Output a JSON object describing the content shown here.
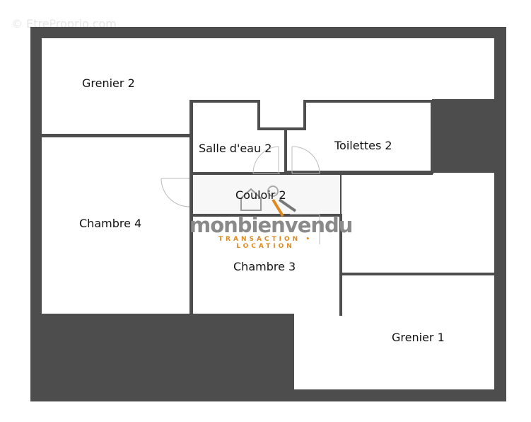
{
  "watermark": "© EtreProprio.com",
  "rooms": {
    "grenier2": "Grenier 2",
    "salle_deau2": "Salle d'eau 2",
    "toilettes2": "Toilettes 2",
    "couloir2": "Couloir 2",
    "chambre4": "Chambre 4",
    "chambre3": "Chambre 3",
    "grenier1": "Grenier 1"
  },
  "logo": {
    "name": "monbienvendu",
    "tagline": "TRANSACTION • LOCATION"
  },
  "colors": {
    "wall": "#4d4d4d",
    "room": "#ffffff",
    "corridor": "#f7f7f7",
    "accent": "#e08a1e"
  }
}
